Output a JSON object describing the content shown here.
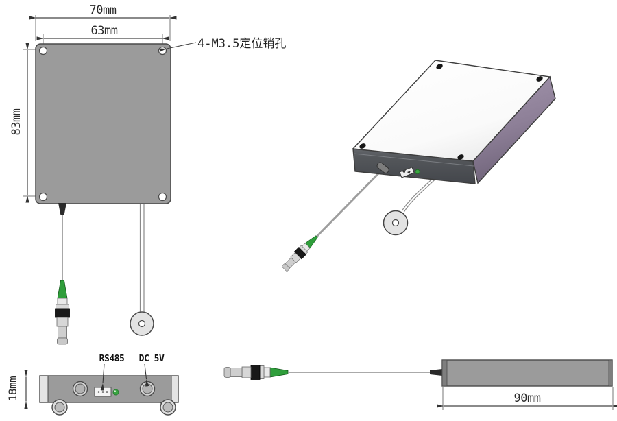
{
  "views": {
    "top": {
      "dim_width": "70mm",
      "dim_hole_pitch": "63mm",
      "dim_height": "83mm",
      "note_pin_holes": "4-M3.5定位销孔"
    },
    "front": {
      "dim_thickness": "18mm",
      "label_rs485": "RS485",
      "label_dc": "DC 5V"
    },
    "side": {
      "dim_length": "90mm"
    },
    "colors": {
      "plate_gray": "#9b9b9b",
      "end_cap_gray": "#e4e4e4",
      "outline": "#4a4a4a",
      "dimension_line": "#444444",
      "top_face_white": "#fcfcfc",
      "front_face_dark": "#54575b",
      "side_face_purple": "#8d7f97",
      "fiber_boot_green": "#2f9e3b",
      "led_green": "#3aa641",
      "connector_ring_black": "#191919",
      "cable_gray": "#9e9e9e",
      "disc_gray": "#e3e3e3"
    }
  }
}
